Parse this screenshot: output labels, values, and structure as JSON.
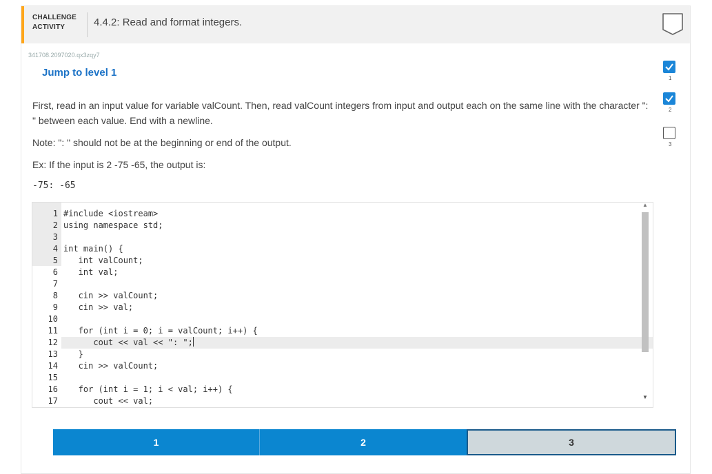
{
  "header": {
    "challenge_line1": "CHALLENGE",
    "challenge_line2": "ACTIVITY",
    "title": "4.4.2: Read and format integers."
  },
  "activity_id": "341708.2097020.qx3zqy7",
  "jump_link": "Jump to level 1",
  "instructions": {
    "p1": "First, read in an input value for variable valCount. Then, read valCount integers from input and output each on the same line with the character \": \" between each value. End with a newline.",
    "p2": "Note: \": \" should not be at the beginning or end of the output.",
    "p3": "Ex: If the input is 2 -75 -65, the output is:",
    "sample_output": "-75: -65"
  },
  "editor": {
    "lines": [
      {
        "n": "1",
        "code": "#include <iostream>"
      },
      {
        "n": "2",
        "code": "using namespace std;"
      },
      {
        "n": "3",
        "code": ""
      },
      {
        "n": "4",
        "code": "int main() {"
      },
      {
        "n": "5",
        "code": "   int valCount;"
      },
      {
        "n": "6",
        "code": "   int val;"
      },
      {
        "n": "7",
        "code": ""
      },
      {
        "n": "8",
        "code": "   cin >> valCount;"
      },
      {
        "n": "9",
        "code": "   cin >> val;"
      },
      {
        "n": "10",
        "code": ""
      },
      {
        "n": "11",
        "code": "   for (int i = 0; i = valCount; i++) {"
      },
      {
        "n": "12",
        "code": "      cout << val << \": \";"
      },
      {
        "n": "13",
        "code": "   }"
      },
      {
        "n": "14",
        "code": "   cin >> valCount;"
      },
      {
        "n": "15",
        "code": ""
      },
      {
        "n": "16",
        "code": "   for (int i = 1; i < val; i++) {"
      },
      {
        "n": "17",
        "code": "      cout << val;"
      }
    ]
  },
  "levels": [
    {
      "label": "1",
      "state": "done"
    },
    {
      "label": "2",
      "state": "done"
    },
    {
      "label": "3",
      "state": "current"
    }
  ],
  "sidebar_steps": [
    {
      "label": "1",
      "state": "done"
    },
    {
      "label": "2",
      "state": "done"
    },
    {
      "label": "3",
      "state": "todo"
    }
  ],
  "colors": {
    "accent_orange": "#ffa61a",
    "link_blue": "#1b72c6",
    "level_blue": "#0b86d0",
    "level_current_bg": "#cfd8dc"
  },
  "icons": {
    "completion": "hexagon-outline-icon",
    "step_done": "check-icon"
  }
}
